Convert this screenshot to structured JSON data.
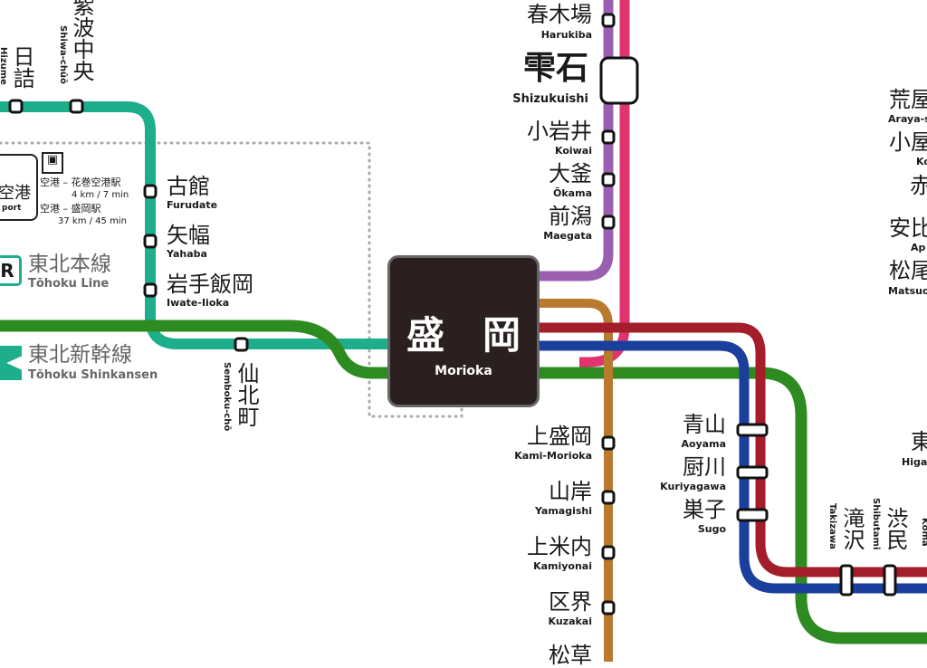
{
  "colors": {
    "tohoku_line": "#1fae8c",
    "shinkansen": "#2e8b22",
    "purple_line": "#9b5fb0",
    "pink_line": "#e0336f",
    "brown_line": "#b87a2e",
    "red_line": "#a31d2a",
    "blue_line": "#1a3f9c",
    "hub": "#2a201f"
  },
  "hub": {
    "jp": "盛　岡",
    "en": "Morioka"
  },
  "legend": {
    "tohoku_line": {
      "badge": "R",
      "jp": "東北本線",
      "en": "Tōhoku Line"
    },
    "shinkansen": {
      "jp": "東北新幹線",
      "en": "Tōhoku Shinkansen"
    },
    "airport": {
      "jp": "空港",
      "en": "port",
      "bus_icon": "bus-icon",
      "routes": [
        {
          "route": "空港 – 花巻空港駅",
          "dist": "4 km / 7 min"
        },
        {
          "route": "空港 – 盛岡駅",
          "dist": "37 km / 45 min"
        }
      ]
    }
  },
  "stations": {
    "shiwa": {
      "jp": "紫波中央",
      "en": "Shiwa-chūō"
    },
    "hizume": {
      "jp": "日詰",
      "en": "Hizume"
    },
    "furudate": {
      "jp": "古館",
      "en": "Furudate"
    },
    "yahaba": {
      "jp": "矢幅",
      "en": "Yahaba"
    },
    "iwate": {
      "jp": "岩手飯岡",
      "en": "Iwate-Iioka"
    },
    "sembokucho": {
      "jp": "仙北町",
      "en": "Semboku-chō"
    },
    "harukiba": {
      "jp": "春木場",
      "en": "Harukiba"
    },
    "shizukuishi": {
      "jp": "雫石",
      "en": "Shizukuishi"
    },
    "koiwai": {
      "jp": "小岩井",
      "en": "Koiwai"
    },
    "okama": {
      "jp": "大釜",
      "en": "Ōkama"
    },
    "maegata": {
      "jp": "前潟",
      "en": "Maegata"
    },
    "kamimorioka": {
      "jp": "上盛岡",
      "en": "Kami-Morioka"
    },
    "yamagishi": {
      "jp": "山岸",
      "en": "Yamagishi"
    },
    "kamiyonai": {
      "jp": "上米内",
      "en": "Kamiyonai"
    },
    "kuzakai": {
      "jp": "区界",
      "en": "Kuzakai"
    },
    "matsukusa": {
      "jp": "松草",
      "en": ""
    },
    "aoyama": {
      "jp": "青山",
      "en": "Aoyama"
    },
    "kuriyagawa": {
      "jp": "厨川",
      "en": "Kuriyagawa"
    },
    "sugo": {
      "jp": "巣子",
      "en": "Sugo"
    },
    "takizawa": {
      "jp": "滝沢",
      "en": "Takizawa"
    },
    "shibutami": {
      "jp": "渋民",
      "en": "Shibutami"
    },
    "koma": {
      "jp": "",
      "en": "Koma"
    },
    "araya": {
      "jp": "荒屋",
      "en": "Araya-s"
    },
    "koya": {
      "jp": "小屋",
      "en": "Ko"
    },
    "aka": {
      "jp": "赤",
      "en": ""
    },
    "appi": {
      "jp": "安比",
      "en": "Ap"
    },
    "matsuo": {
      "jp": "松尾",
      "en": "Matsuo-"
    },
    "higashi": {
      "jp": "東",
      "en": "Higa"
    }
  }
}
